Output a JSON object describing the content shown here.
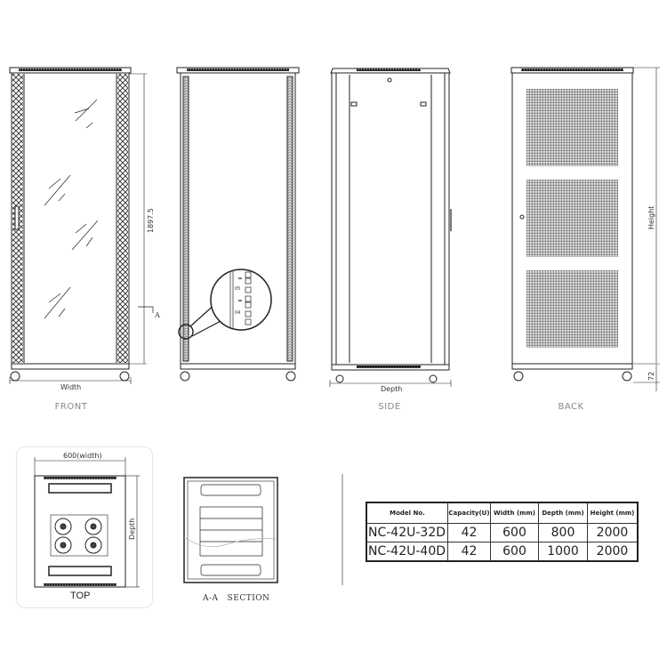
{
  "views": {
    "front": {
      "label": "FRONT",
      "width_label": "Width",
      "height_dim": "1897.5",
      "section_marker": "A"
    },
    "side_open": {
      "detail_labels": [
        "05",
        "04"
      ]
    },
    "side": {
      "label": "SIDE",
      "depth_label": "Depth"
    },
    "back": {
      "label": "BACK",
      "height_label": "Height",
      "base_dim": "72"
    },
    "top": {
      "label": "TOP",
      "width_label": "600(width)",
      "depth_label": "Depth"
    },
    "section": {
      "label": "A-A   SECTION"
    }
  },
  "spec_table": {
    "headers": [
      "Model No.",
      "Capacity(U)",
      "Width  (mm)",
      "Depth  (mm)",
      "Height  (mm)"
    ],
    "rows": [
      [
        "NC-42U-32D",
        "42",
        "600",
        "800",
        "2000"
      ],
      [
        "NC-42U-40D",
        "42",
        "600",
        "1000",
        "2000"
      ]
    ]
  },
  "colors": {
    "line": "#222222",
    "label_gray": "#888888",
    "divider": "#777777"
  }
}
